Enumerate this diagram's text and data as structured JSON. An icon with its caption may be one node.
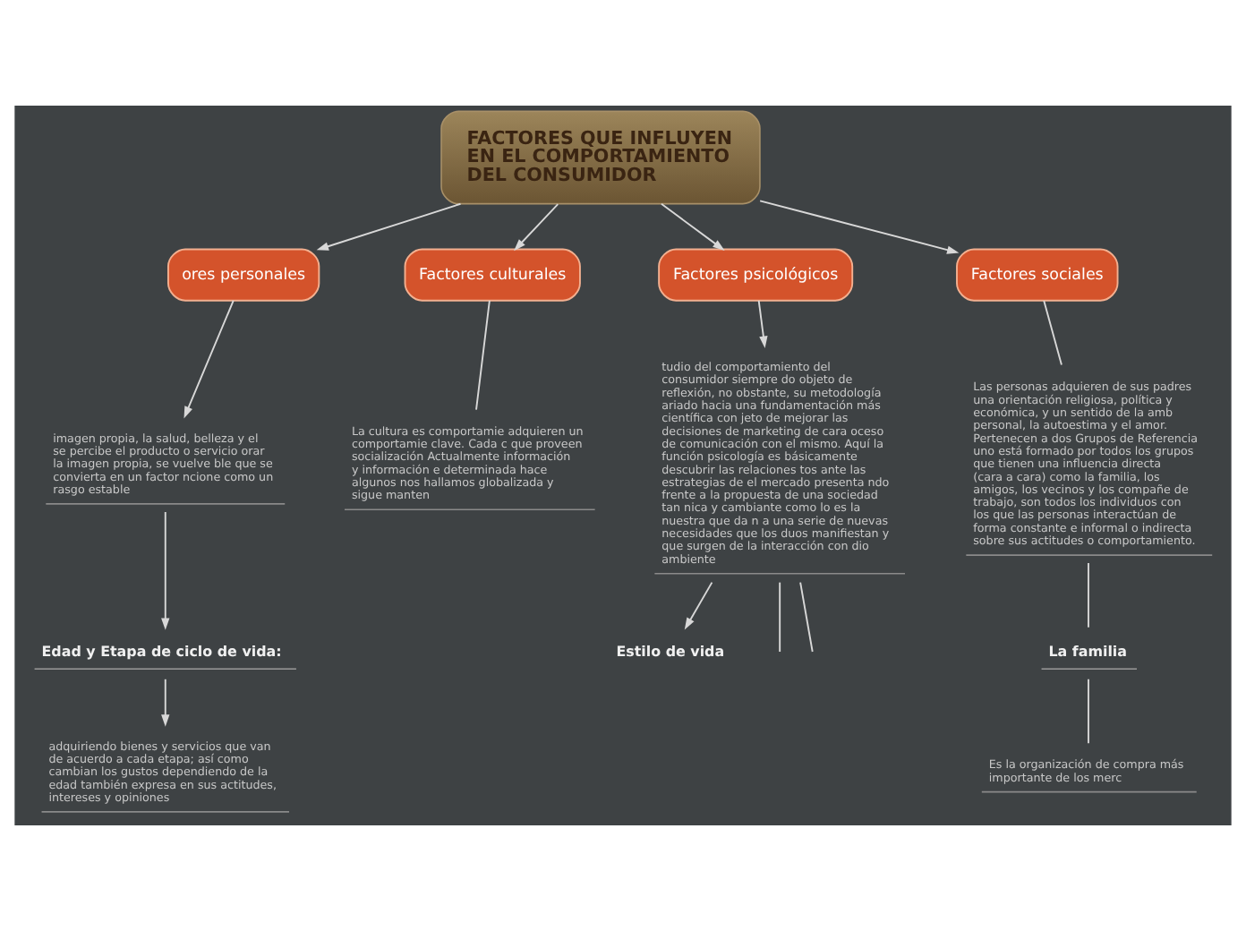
{
  "diagram": {
    "nodes": [
      {
        "text": [
          "FACTORES QUE INFLUYEN EN EL COMPORTAMIENTO DEL CONSUMIDOR"
        ]
      },
      {
        "text": [
          "ores personales"
        ]
      },
      {
        "text": [
          "imagen propia, la salud, belleza y el se percibe el producto o servicio orar la imagen propia, se vuelve ble que se convierta en un factor ncione como un rasgo estable"
        ]
      },
      {
        "text": [
          "Edad y Etapa de ciclo de vida:"
        ]
      },
      {
        "text": [
          "adquiriendo bienes y servicios que van de acuerdo a cada etapa; así como cambian los gustos dependiendo de la edad también expresa en sus actitudes, intereses y opiniones"
        ]
      },
      {
        "text": [
          "Factores culturales"
        ]
      },
      {
        "text": [
          "La cultura es comportamie adquieren un comportamie clave. Cada c que proveen socialización Actualmente información y información e determinada hace algunos nos hallamos globalizada y sigue manten"
        ]
      },
      {
        "text": [
          "Factores psicológicos"
        ]
      },
      {
        "text": [
          "tudio del comportamiento del consumidor siempre do objeto de reflexión, no obstante, su metodología ariado hacia una fundamentación más científica con jeto de mejorar las decisiones de marketing de cara oceso de comunicación con el mismo. Aquí la función psicología es básicamente descubrir las relaciones tos ante las estrategias de el mercado presenta ndo frente a la propuesta de una sociedad tan nica y cambiante como lo es la nuestra que da n a una serie de nuevas necesidades que los duos manifiestan y que surgen de la interacción con dio ambiente"
        ]
      },
      {
        "text": [
          "Estilo de vida"
        ]
      },
      {
        "text": [
          "Factores sociales"
        ]
      },
      {
        "text": [
          "Las personas adquieren de sus padres una orientación religiosa, política y económica, y un sentido de la amb personal, la autoestima y el amor. Pertenecen a dos Grupos de Referencia uno está formado por todos los grupos que tienen una influencia directa (cara a cara) como la familia, los amigos, los vecinos y los compañe de trabajo, son todos los individuos con los que las personas interactúan de forma constante e informal o indirecta sobre sus actitudes o comportamiento."
        ]
      },
      {
        "text": [
          "La familia"
        ]
      },
      {
        "text": [
          "Es la organización de compra más importante de los merc"
        ]
      }
    ],
    "edges": [
      {
        "from": 0,
        "to": 1,
        "arrow": "to"
      },
      {
        "from": 0,
        "to": 7,
        "arrow": "to"
      },
      {
        "from": 0,
        "to": 5,
        "arrow": "to"
      },
      {
        "from": 0,
        "to": 10,
        "arrow": "to"
      },
      {
        "from": 1,
        "to": 2,
        "arrow": "to"
      },
      {
        "from": 2,
        "to": 3,
        "arrow": "to"
      },
      {
        "from": 3,
        "to": 4,
        "arrow": "to"
      },
      {
        "from": 5,
        "to": 6,
        "arrow": "none"
      },
      {
        "from": 7,
        "to": 8,
        "arrow": "to"
      },
      {
        "from": 8,
        "to": null,
        "arrow": "none"
      },
      {
        "from": 8,
        "to": 9,
        "arrow": "to"
      },
      {
        "from": 8,
        "to": null,
        "arrow": "none"
      },
      {
        "from": 10,
        "to": 11,
        "arrow": "none"
      },
      {
        "from": 11,
        "to": 12,
        "arrow": "none"
      },
      {
        "from": 12,
        "to": 13,
        "arrow": "none"
      }
    ]
  }
}
